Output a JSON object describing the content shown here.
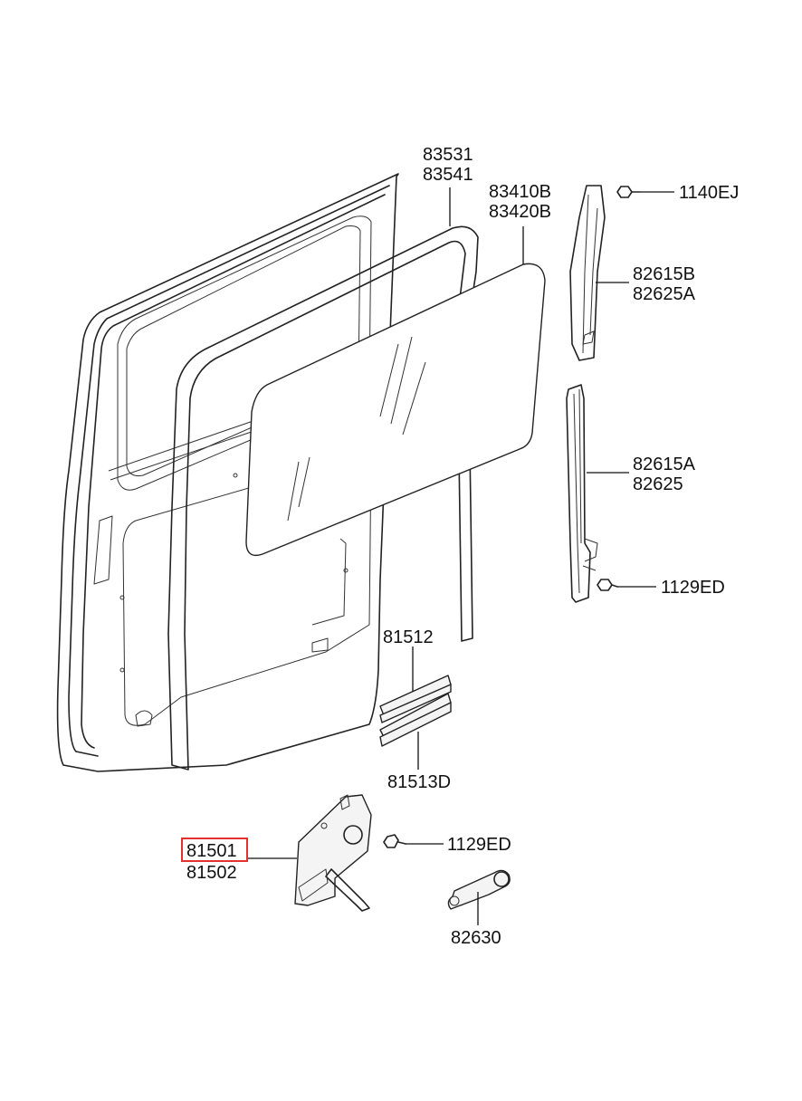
{
  "diagram": {
    "highlight_color": "#e53030",
    "callouts": [
      {
        "id": "glass-run",
        "lines": [
          "83531",
          "83541"
        ]
      },
      {
        "id": "door-glass",
        "lines": [
          "83410B",
          "83420B"
        ]
      },
      {
        "id": "bolt-top",
        "lines": [
          "1140EJ"
        ]
      },
      {
        "id": "channel-upper",
        "lines": [
          "82615B",
          "82625A"
        ]
      },
      {
        "id": "channel-lower",
        "lines": [
          "82615A",
          "82625"
        ]
      },
      {
        "id": "bolt-channel",
        "lines": [
          "1129ED"
        ]
      },
      {
        "id": "sash-channel-upper",
        "lines": [
          "81512"
        ]
      },
      {
        "id": "sash-channel-lower",
        "lines": [
          "81513D"
        ]
      },
      {
        "id": "regulator",
        "lines": [
          "81501",
          "81502"
        ],
        "highlighted_line": "81501"
      },
      {
        "id": "bolt-regulator",
        "lines": [
          "1129ED"
        ]
      },
      {
        "id": "handle",
        "lines": [
          "82630"
        ]
      }
    ]
  }
}
